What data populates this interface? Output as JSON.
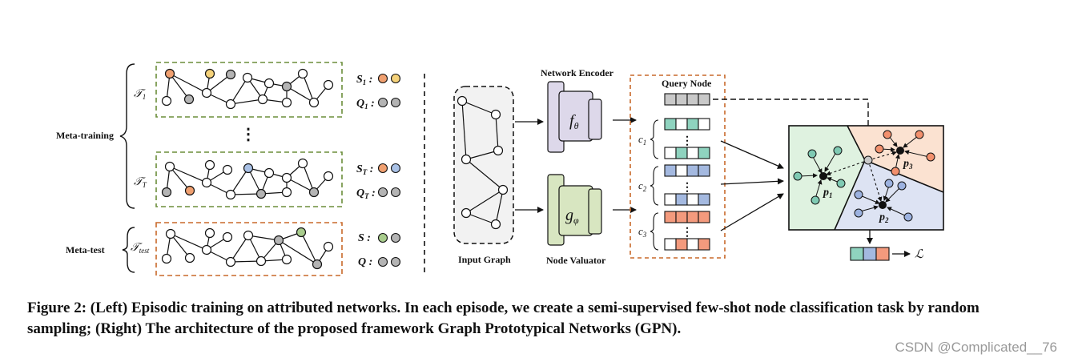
{
  "left": {
    "meta_training_label": "Meta-training",
    "meta_test_label": "Meta-test",
    "episodes": [
      {
        "task": "𝒯",
        "task_sub": "1",
        "support": "S",
        "support_sub": "1",
        "query": "Q",
        "query_sub": "1"
      },
      {
        "task": "𝒯",
        "task_sub": "T",
        "support": "S",
        "support_sub": "T",
        "query": "Q",
        "query_sub": "T"
      },
      {
        "task": "𝒯",
        "task_sub": "test",
        "support": "S",
        "support_sub": "",
        "query": "Q",
        "query_sub": ""
      }
    ],
    "ellipsis": "⋮"
  },
  "right": {
    "input_graph_label": "Input Graph",
    "network_encoder_label": "Network Encoder",
    "node_valuator_label": "Node Valuator",
    "encoder_symbol": "f",
    "encoder_symbol_sub": "θ",
    "valuator_symbol": "g",
    "valuator_symbol_sub": "φ",
    "query_node_label": "Query Node",
    "classes": [
      {
        "label": "c",
        "sub": "1"
      },
      {
        "label": "c",
        "sub": "2"
      },
      {
        "label": "c",
        "sub": "3"
      }
    ],
    "prototypes": [
      {
        "label": "p",
        "sub": "1"
      },
      {
        "label": "p",
        "sub": "2"
      },
      {
        "label": "p",
        "sub": "3"
      }
    ],
    "loss_symbol": "ℒ"
  },
  "colors": {
    "green_dashed": "#6b8e3a",
    "orange_dashed": "#c8692a",
    "orange_node": "#f0a070",
    "yellow_node": "#f5d27a",
    "gray_node": "#b4b4b4",
    "blue_node": "#a9c1e6",
    "green_node": "#a8cc8c",
    "teal_cell": "#8fd3bf",
    "blue_cell": "#a4b9e0",
    "salmon_cell": "#f39a7d",
    "encoder_fill": "#ddd8ea",
    "valuator_fill": "#d8e6c1",
    "region_green": "#dff2e0",
    "region_orange": "#fbe2d1",
    "region_blue": "#dde3f3",
    "node_teal": "#7fcab3",
    "node_blue": "#9cb2e0",
    "node_salmon": "#f2906d"
  },
  "caption": "Figure 2: (Left) Episodic training on attributed networks. In each episode, we create a semi-supervised few-shot node classification task by random sampling; (Right) The architecture of the proposed framework Graph Prototypical Networks (GPN).",
  "watermark": "CSDN @Complicated__76"
}
